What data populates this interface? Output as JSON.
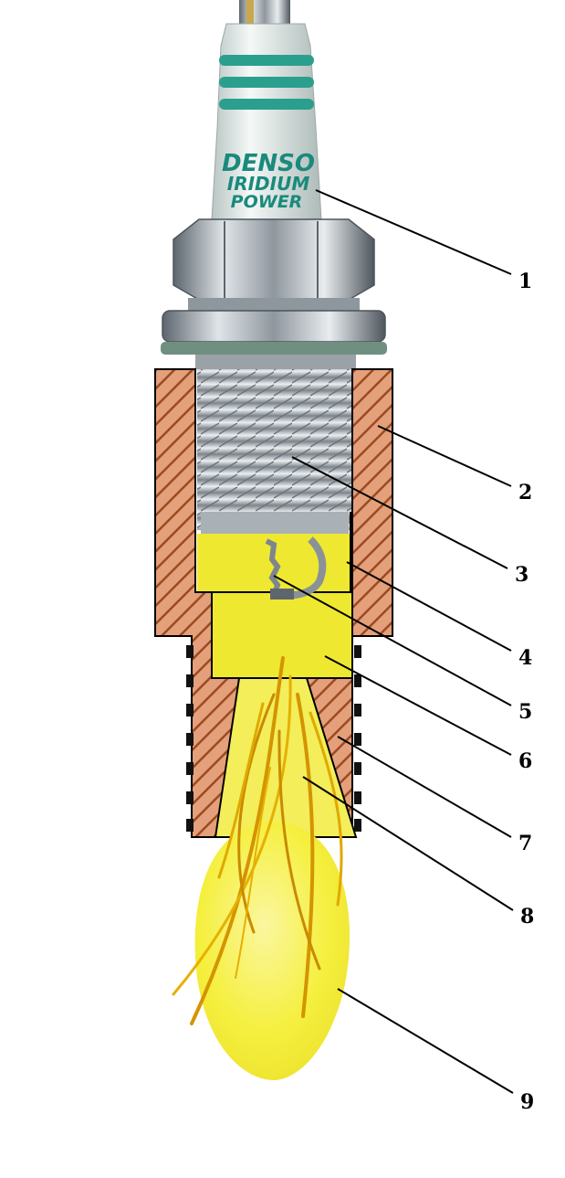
{
  "plug_brand": {
    "line1": "DENSO",
    "line2": "IRIDIUM",
    "line3": "POWER"
  },
  "callouts": [
    "1",
    "2",
    "3",
    "4",
    "5",
    "6",
    "7",
    "8",
    "9"
  ],
  "colors": {
    "insulator": "#e3ece9",
    "teal_band": "#2a9f8e",
    "metal": "#b9c0c6",
    "metal_dark": "#5d666e",
    "housing": "#e4a07a",
    "housing_hatch": "#9c4a22",
    "flame": "#f5ef3e",
    "flame_streak": "#e0a800",
    "chamber": "#efe830"
  }
}
